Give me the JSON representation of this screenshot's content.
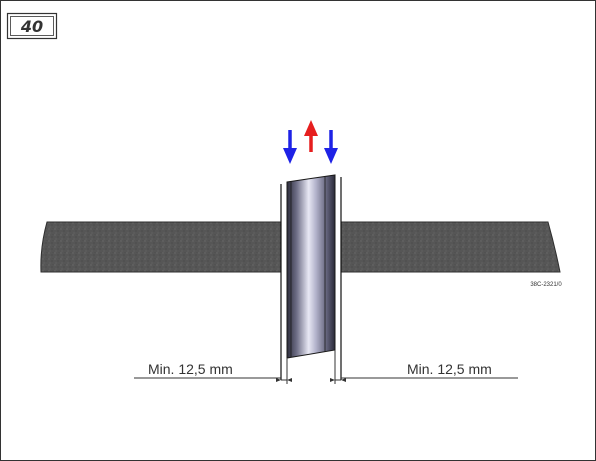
{
  "figure": {
    "number": "40",
    "reference_code": "38C-2321/0",
    "left_dimension_label": "Min. 12,5 mm",
    "right_dimension_label": "Min. 12,5 mm"
  },
  "colors": {
    "flow_in_arrow": "#1e22e6",
    "flow_out_arrow": "#e61e1e",
    "wall": "#555555",
    "pipe": "#9a9ab4",
    "frame": "#333333"
  },
  "icons": {
    "flow_in": "arrow-down-icon",
    "flow_out": "arrow-up-icon"
  }
}
